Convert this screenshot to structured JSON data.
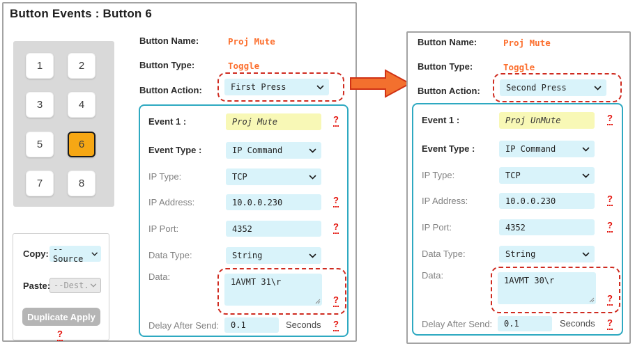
{
  "title": "Button Events : Button 6",
  "colors": {
    "accent_orange": "#fc6f2e",
    "input_blue": "#d9f3fa",
    "input_yellow": "#f8f8b6",
    "event_border_teal": "#2ea9c1",
    "highlight_dashed_red": "#cf2b20",
    "selected_key_orange": "#f6a714",
    "help_red": "#e3120b"
  },
  "keypad": {
    "buttons": [
      "1",
      "2",
      "3",
      "4",
      "5",
      "6",
      "7",
      "8"
    ],
    "selected": "6"
  },
  "copy_paste": {
    "copy_label": "Copy:",
    "copy_value": "--Source",
    "paste_label": "Paste:",
    "paste_value": "--Dest.",
    "duplicate_label": "Duplicate Apply",
    "help": "?"
  },
  "left_panel": {
    "button_name_label": "Button Name:",
    "button_name_value": "Proj Mute",
    "button_type_label": "Button Type:",
    "button_type_value": "Toggle",
    "button_action_label": "Button Action:",
    "button_action_value": "First Press",
    "event": {
      "title_label": "Event 1 :",
      "name_value": "Proj Mute",
      "type_label": "Event Type :",
      "type_value": "IP Command",
      "ip_type_label": "IP Type:",
      "ip_type_value": "TCP",
      "ip_address_label": "IP Address:",
      "ip_address_value": "10.0.0.230",
      "ip_port_label": "IP Port:",
      "ip_port_value": "4352",
      "data_type_label": "Data Type:",
      "data_type_value": "String",
      "data_label": "Data:",
      "data_value": "1AVMT 31\\r",
      "delay_label": "Delay After Send:",
      "delay_value": "0.1",
      "delay_unit": "Seconds",
      "help": "?"
    }
  },
  "right_panel": {
    "button_name_label": "Button Name:",
    "button_name_value": "Proj Mute",
    "button_type_label": "Button Type:",
    "button_type_value": "Toggle",
    "button_action_label": "Button Action:",
    "button_action_value": "Second Press",
    "event": {
      "title_label": "Event 1 :",
      "name_value": "Proj UnMute",
      "type_label": "Event Type :",
      "type_value": "IP Command",
      "ip_type_label": "IP Type:",
      "ip_type_value": "TCP",
      "ip_address_label": "IP Address:",
      "ip_address_value": "10.0.0.230",
      "ip_port_label": "IP Port:",
      "ip_port_value": "4352",
      "data_type_label": "Data Type:",
      "data_type_value": "String",
      "data_label": "Data:",
      "data_value": "1AVMT 30\\r",
      "delay_label": "Delay After Send:",
      "delay_value": "0.1",
      "delay_unit": "Seconds",
      "help": "?"
    }
  }
}
